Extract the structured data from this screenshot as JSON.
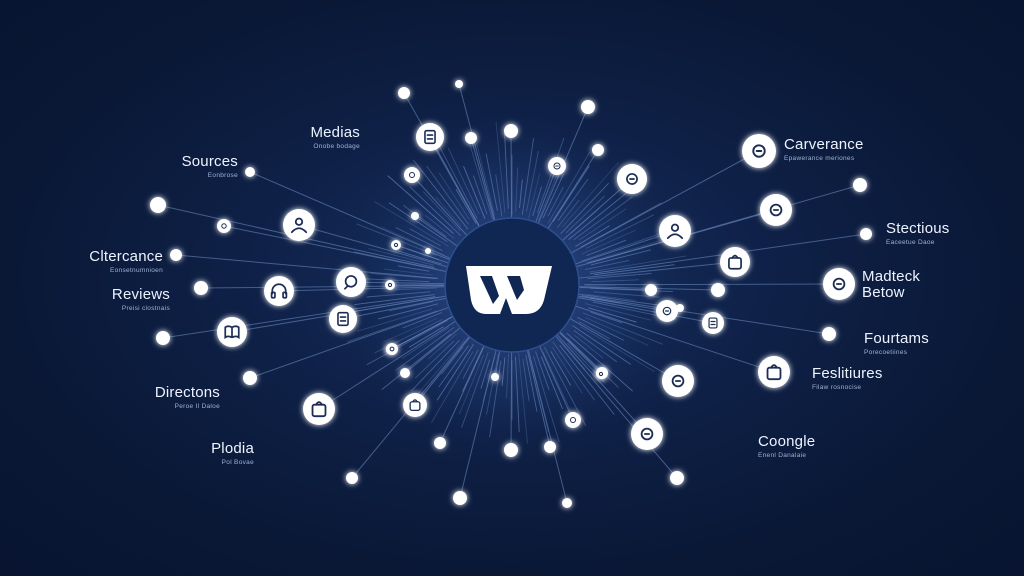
{
  "colors": {
    "background": "#0b1a3a",
    "hub": "#0f2752",
    "node": "#ffffff",
    "line": "#6f8fc7",
    "icon": "#1b2d55"
  },
  "hub": {
    "logo_icon": "w-logo-icon"
  },
  "labels": [
    {
      "key": "medias",
      "title": "Medias",
      "sub": "Onobe bodage"
    },
    {
      "key": "sources",
      "title": "Sources",
      "sub": "Eonbrose"
    },
    {
      "key": "cltercance",
      "title": "Cltercance",
      "sub": "Eonsetnumnioen"
    },
    {
      "key": "reviews",
      "title": "Reviews",
      "sub": "Preisi clostnais"
    },
    {
      "key": "directons",
      "title": "Directons",
      "sub": "Peroe Il Daloe"
    },
    {
      "key": "plodia",
      "title": "Plodia",
      "sub": "Pol Bovae"
    },
    {
      "key": "carverance",
      "title": "Carverance",
      "sub": "Epawerance meriones"
    },
    {
      "key": "stectious",
      "title": "Stectious",
      "sub": "Eaceetue Daoe"
    },
    {
      "key": "madteck",
      "title": "Madteck",
      "title2": "Betow",
      "sub": ""
    },
    {
      "key": "fourtams",
      "title": "Fourtams",
      "sub": "Porecoetiines"
    },
    {
      "key": "feslitiures",
      "title": "Feslitiures",
      "sub": "Filaw rosnocise"
    },
    {
      "key": "coongle",
      "title": "Coongle",
      "sub": "Enenl Danalaie"
    }
  ],
  "icon_nodes": [
    "list-icon",
    "pencil-icon",
    "cursor-icon",
    "chart-icon",
    "people-icon",
    "cycle-icon",
    "user-icon",
    "chat-icon",
    "headphones-icon",
    "document-icon",
    "leaf-icon",
    "browser-icon",
    "book-icon",
    "hand-icon",
    "camera-icon",
    "wrench-icon",
    "phone-icon",
    "bag-icon",
    "badge-icon",
    "clipboard-icon",
    "ring-icon",
    "shield-icon",
    "arrow-icon",
    "shirt-icon"
  ]
}
